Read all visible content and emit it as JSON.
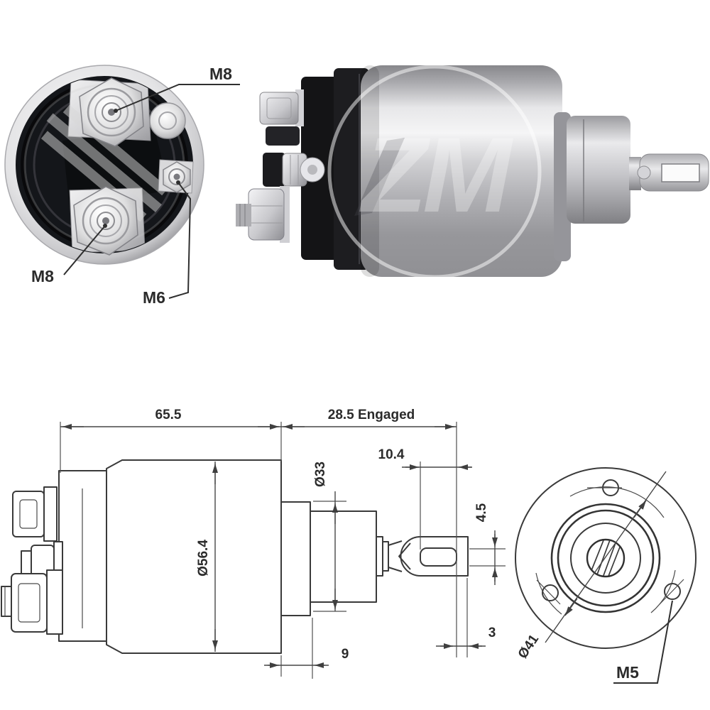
{
  "brand_watermark": "ZM",
  "terminal_view": {
    "description": "rear terminal end view photo",
    "labels": {
      "top_terminal": "M8",
      "bottom_terminal": "M8",
      "aux_terminal": "M6"
    }
  },
  "photo_view": {
    "description": "solenoid side photo"
  },
  "side_view": {
    "description": "dimensioned side elevation drawing",
    "dimensions": {
      "body_length": "65.5",
      "engaged_travel": "28.5 Engaged",
      "slot_length": "10.4",
      "neck_diameter": "Ø33",
      "slot_height": "4.5",
      "body_diameter": "Ø56.4",
      "tip_thickness": "3",
      "flange_depth": "9"
    }
  },
  "front_view": {
    "description": "front mounting face drawing",
    "dimensions": {
      "bolt_circle": "Ø41",
      "mount_thread": "M5"
    }
  },
  "colors": {
    "line": "#3a3a3a",
    "text": "#2b2b2b",
    "metal_light": "#f2f2f4",
    "metal_mid": "#b5b5b9",
    "metal_dark": "#7d7d82",
    "cap_black": "#161618",
    "background": "#ffffff"
  }
}
